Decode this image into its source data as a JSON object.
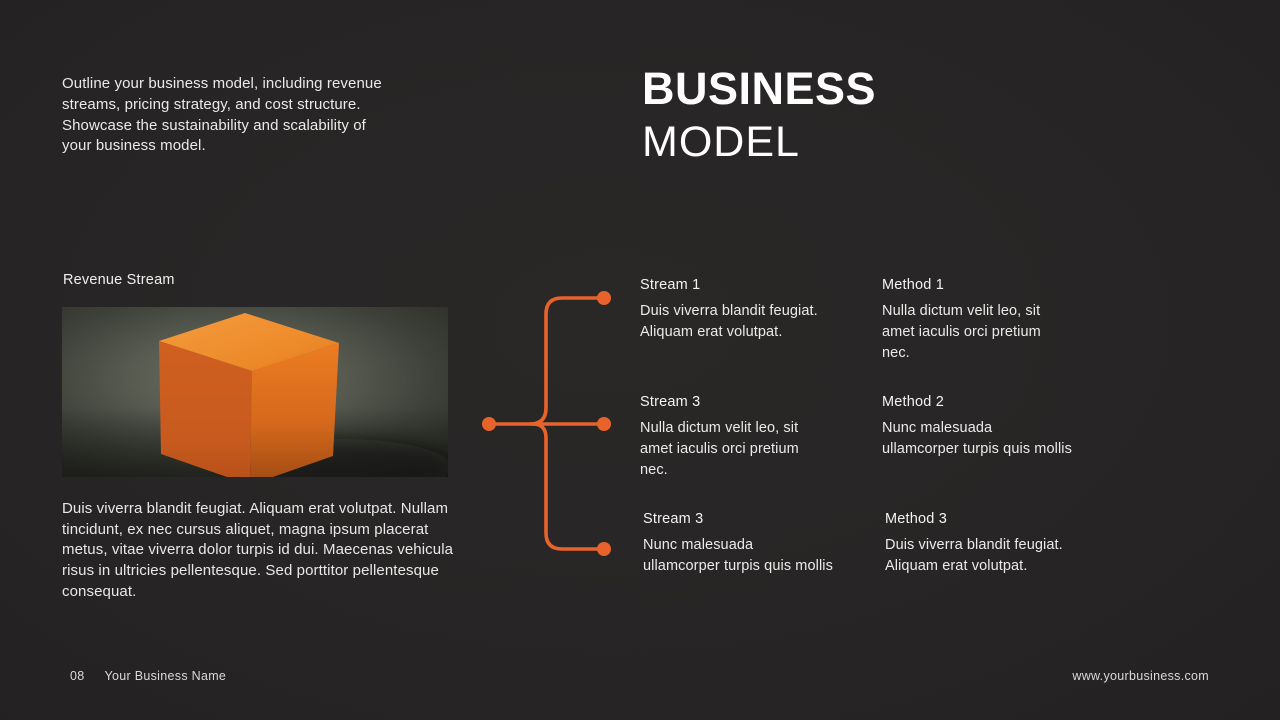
{
  "slide": {
    "intro": {
      "para1": "Outline your business model, including revenue streams, pricing strategy, and cost structure.",
      "para2": "Showcase the sustainability and scalability of your business model."
    },
    "title": {
      "line1": "BUSINESS",
      "line2": "MODEL"
    },
    "revenue": {
      "label": "Revenue Stream",
      "image": "orange-cube-photo",
      "body": "Duis viverra blandit feugiat. Aliquam erat volutpat. Nullam tincidunt, ex nec cursus aliquet, magna ipsum placerat metus, vitae viverra dolor turpis id dui. Maecenas vehicula risus in ultricies pellentesque. Sed porttitor pellentesque consequat."
    },
    "streams": [
      {
        "title": "Stream 1",
        "body": "Duis viverra blandit feugiat. Aliquam erat volutpat."
      },
      {
        "title": "Stream 3",
        "body": "Nulla dictum velit leo, sit amet iaculis orci pretium nec."
      },
      {
        "title": "Stream 3",
        "body": "Nunc malesuada ullamcorper turpis quis mollis"
      }
    ],
    "methods": [
      {
        "title": "Method 1",
        "body": "Nulla dictum velit leo, sit amet iaculis orci pretium nec."
      },
      {
        "title": "Method 2",
        "body": "Nunc malesuada ullamcorper turpis quis mollis"
      },
      {
        "title": "Method 3",
        "body": "Duis viverra blandit feugiat. Aliquam erat volutpat."
      }
    ],
    "footer": {
      "page_number": "08",
      "business_name": "Your Business Name",
      "website": "www.yourbusiness.com"
    },
    "colors": {
      "accent": "#E8622C",
      "background": "#272525",
      "text": "#ECEAE8"
    }
  }
}
